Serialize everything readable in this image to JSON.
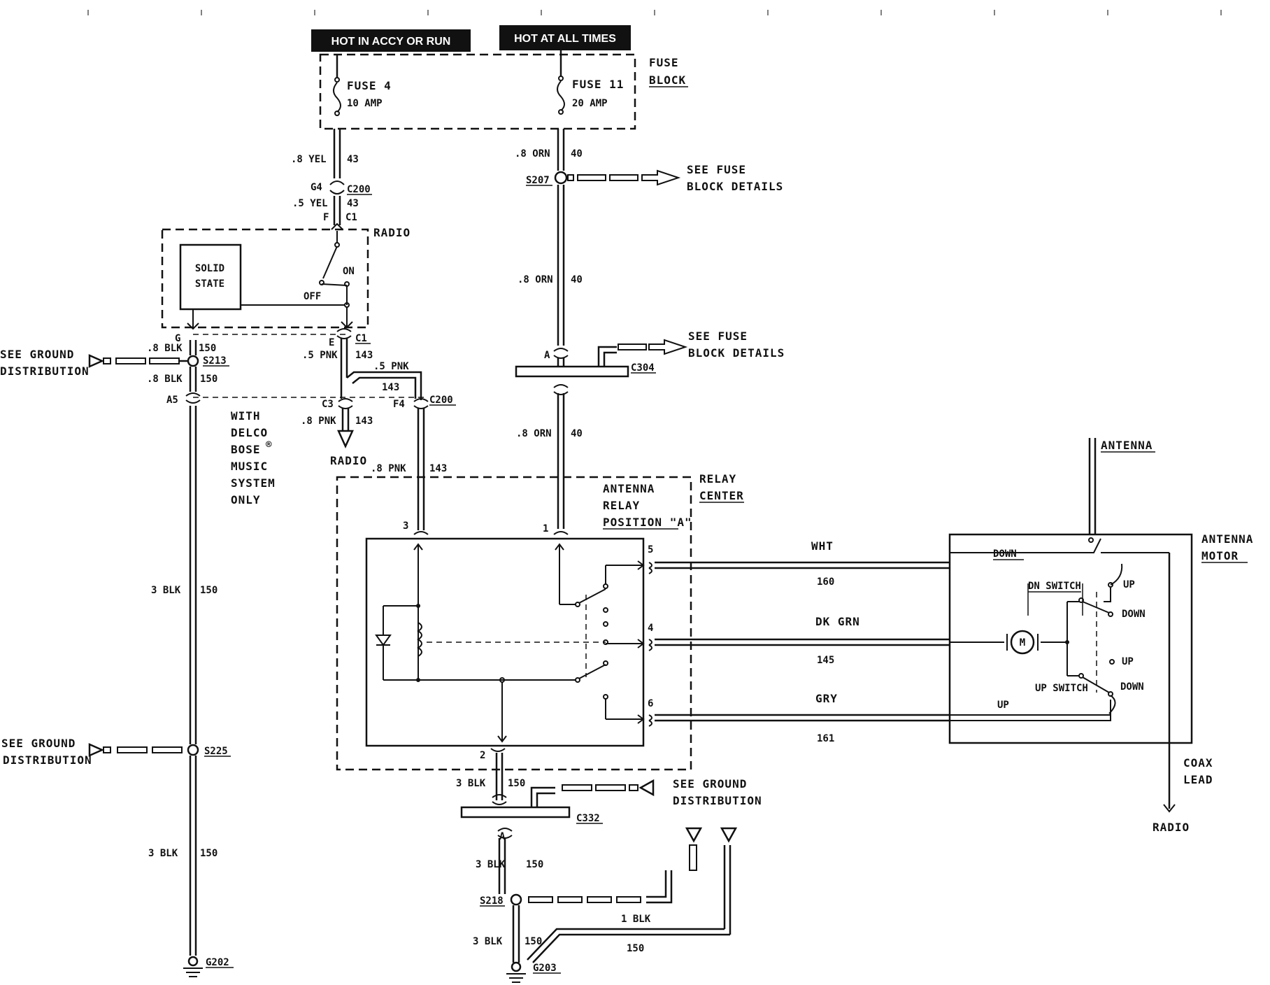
{
  "power": {
    "accy_run": "HOT IN ACCY OR RUN",
    "all_times": "HOT AT ALL TIMES"
  },
  "fuse_block": {
    "line1": "FUSE",
    "line2": "BLOCK"
  },
  "fuse4": {
    "name": "FUSE 4",
    "rating": "10 AMP"
  },
  "fuse11": {
    "name": "FUSE 11",
    "rating": "20 AMP"
  },
  "wires": {
    "yel_8": ".8 YEL",
    "yel_5": ".5 YEL",
    "c43a": "43",
    "c43b": "43",
    "orn_1": ".8 ORN",
    "orn_2": ".8 ORN",
    "orn_3": ".8 ORN",
    "c40a": "40",
    "c40b": "40",
    "c40c": "40",
    "blk_8a": ".8 BLK",
    "blk_8b": ".8 BLK",
    "c150a": "150",
    "c150b": "150",
    "pnk_5a": ".5 PNK",
    "pnk_5b": ".5 PNK",
    "pnk_8a": ".8 PNK",
    "pnk_8b": ".8 PNK",
    "c143a": "143",
    "c143b": "143",
    "c143c": "143",
    "c143d": "143",
    "blk3_a": "3 BLK",
    "blk3_b": "3 BLK",
    "blk3_c": "3 BLK",
    "blk3_d": "3 BLK",
    "blk3_e": "3 BLK",
    "c150c": "150",
    "c150d": "150",
    "c150e": "150",
    "c150f": "150",
    "c150g": "150",
    "c150h": "150",
    "blk1": "1 BLK",
    "wht": "WHT",
    "c160": "160",
    "dkgrn": "DK GRN",
    "c145": "145",
    "gry": "GRY",
    "c161": "161"
  },
  "connectors": {
    "g4": "G4",
    "c200a": "C200",
    "f": "F",
    "c1a": "C1",
    "s207": "S207",
    "g": "G",
    "e": "E",
    "c1b": "C1",
    "s213": "S213",
    "a5": "A5",
    "c3": "C3",
    "f4": "F4",
    "c200b": "C200",
    "a304": "A",
    "c304": "C304",
    "pin3": "3",
    "pin1": "1",
    "pin5": "5",
    "pin4": "4",
    "pin6": "6",
    "pin2": "2",
    "c332": "C332",
    "a332": "A",
    "s225": "S225",
    "s218": "S218",
    "g202": "G202",
    "g203": "G203"
  },
  "refs": {
    "fuse_details_1a": "SEE FUSE",
    "fuse_details_1b": "BLOCK DETAILS",
    "fuse_details_2a": "SEE FUSE",
    "fuse_details_2b": "BLOCK DETAILS",
    "ground_1a": "SEE GROUND",
    "ground_1b": "DISTRIBUTION",
    "ground_2a": "SEE GROUND",
    "ground_2b": "DISTRIBUTION",
    "ground_3a": "SEE GROUND",
    "ground_3b": "DISTRIBUTION"
  },
  "radio": {
    "title": "RADIO",
    "solid1": "SOLID",
    "solid2": "STATE",
    "on": "ON",
    "off": "OFF",
    "radio_out": "RADIO"
  },
  "note": [
    "WITH",
    "DELCO",
    "BOSE",
    "MUSIC",
    "SYSTEM",
    "ONLY"
  ],
  "note_reg": "®",
  "relay_center": {
    "l1": "RELAY",
    "l2": "CENTER"
  },
  "antenna_relay": {
    "l1": "ANTENNA",
    "l2": "RELAY",
    "l3": "POSITION \"A\""
  },
  "antenna": {
    "title": "ANTENNA"
  },
  "antenna_motor": {
    "l1": "ANTENNA",
    "l2": "MOTOR",
    "down": "DOWN",
    "up": "UP",
    "dn_switch": "DN SWITCH",
    "up_switch": "UP SWITCH",
    "sw_up1": "UP",
    "sw_down1": "DOWN",
    "sw_up2": "UP",
    "sw_down2": "DOWN",
    "motor": "M"
  },
  "coax": {
    "l1": "COAX",
    "l2": "LEAD",
    "radio": "RADIO"
  }
}
